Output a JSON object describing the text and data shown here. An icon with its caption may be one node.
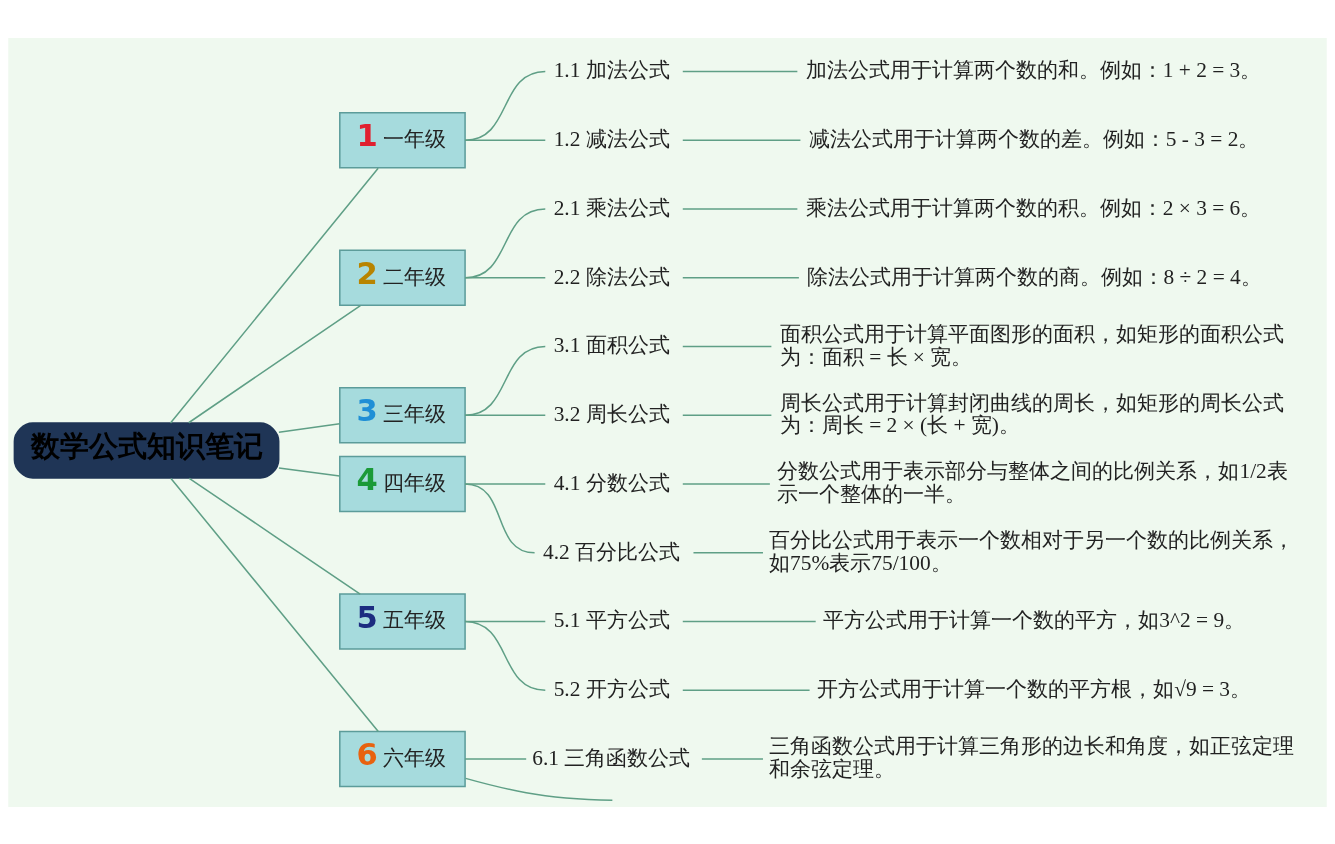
{
  "diagram": {
    "nodes": [
      {
        "text": [
          "数学公式知识笔记"
        ]
      },
      {
        "text": [
          "1",
          "一年级"
        ]
      },
      {
        "text": [
          "1.1 加法公式"
        ]
      },
      {
        "text": [
          "加法公式用于计算两个数的和。例如：1 + 2 = 3。"
        ]
      },
      {
        "text": [
          "1.2 减法公式"
        ]
      },
      {
        "text": [
          "减法公式用于计算两个数的差。例如：5 - 3 = 2。"
        ]
      },
      {
        "text": [
          "2",
          "二年级"
        ]
      },
      {
        "text": [
          "2.1 乘法公式"
        ]
      },
      {
        "text": [
          "乘法公式用于计算两个数的积。例如：2 × 3 = 6。"
        ]
      },
      {
        "text": [
          "2.2 除法公式"
        ]
      },
      {
        "text": [
          "除法公式用于计算两个数的商。例如：8 ÷ 2 = 4。"
        ]
      },
      {
        "text": [
          "3",
          "三年级"
        ]
      },
      {
        "text": [
          "3.1 面积公式"
        ]
      },
      {
        "text": [
          "面积公式用于计算平面图形的面积，如矩形的面积公式为：面积 = 长 × 宽。"
        ]
      },
      {
        "text": [
          "3.2 周长公式"
        ]
      },
      {
        "text": [
          "周长公式用于计算封闭曲线的周长，如矩形的周长公式为：周长 = 2 × (长 + 宽)。"
        ]
      },
      {
        "text": [
          "4",
          "四年级"
        ]
      },
      {
        "text": [
          "4.1 分数公式"
        ]
      },
      {
        "text": [
          "分数公式用于表示部分与整体之间的比例关系，如1/2表示一个整体的一半。"
        ]
      },
      {
        "text": [
          "4.2 百分比公式"
        ]
      },
      {
        "text": [
          "百分比公式用于表示一个数相对于另一个数的比例关系，如75%表示75/100。"
        ]
      },
      {
        "text": [
          "5",
          "五年级"
        ]
      },
      {
        "text": [
          "5.1 平方公式"
        ]
      },
      {
        "text": [
          "平方公式用于计算一个数的平方，如3^2 = 9。"
        ]
      },
      {
        "text": [
          "5.2 开方公式"
        ]
      },
      {
        "text": [
          "开方公式用于计算一个数的平方根，如√9 = 3。"
        ]
      },
      {
        "text": [
          "6",
          "六年级"
        ]
      },
      {
        "text": [
          "6.1 三角函数公式"
        ]
      },
      {
        "text": [
          "三角函数公式用于计算三角形的边长和角度，如正弦定理和余弦定理。"
        ]
      }
    ],
    "edges": [
      {
        "from": 0,
        "to": 1,
        "arrow": "none"
      },
      {
        "from": 1,
        "to": 2,
        "arrow": "none"
      },
      {
        "from": 2,
        "to": 3,
        "arrow": "none"
      },
      {
        "from": 1,
        "to": 4,
        "arrow": "none"
      },
      {
        "from": 4,
        "to": 5,
        "arrow": "none"
      },
      {
        "from": 0,
        "to": 6,
        "arrow": "none"
      },
      {
        "from": 6,
        "to": 7,
        "arrow": "none"
      },
      {
        "from": 7,
        "to": 8,
        "arrow": "none"
      },
      {
        "from": 6,
        "to": 9,
        "arrow": "none"
      },
      {
        "from": 9,
        "to": 10,
        "arrow": "none"
      },
      {
        "from": 0,
        "to": 11,
        "arrow": "none"
      },
      {
        "from": 11,
        "to": 12,
        "arrow": "none"
      },
      {
        "from": 12,
        "to": 13,
        "arrow": "none"
      },
      {
        "from": 11,
        "to": 14,
        "arrow": "none"
      },
      {
        "from": 14,
        "to": 15,
        "arrow": "none"
      },
      {
        "from": 0,
        "to": 16,
        "arrow": "none"
      },
      {
        "from": 16,
        "to": 17,
        "arrow": "none"
      },
      {
        "from": 17,
        "to": 18,
        "arrow": "none"
      },
      {
        "from": 16,
        "to": 19,
        "arrow": "none"
      },
      {
        "from": 19,
        "to": 20,
        "arrow": "none"
      },
      {
        "from": 0,
        "to": 21,
        "arrow": "none"
      },
      {
        "from": 21,
        "to": 22,
        "arrow": "none"
      },
      {
        "from": 22,
        "to": 23,
        "arrow": "none"
      },
      {
        "from": 21,
        "to": 24,
        "arrow": "none"
      },
      {
        "from": 24,
        "to": 25,
        "arrow": "none"
      },
      {
        "from": 0,
        "to": 26,
        "arrow": "none"
      },
      {
        "from": 26,
        "to": 27,
        "arrow": "none"
      },
      {
        "from": 27,
        "to": 28,
        "arrow": "none"
      },
      {
        "from": 26,
        "to": null,
        "arrow": "none"
      }
    ]
  }
}
